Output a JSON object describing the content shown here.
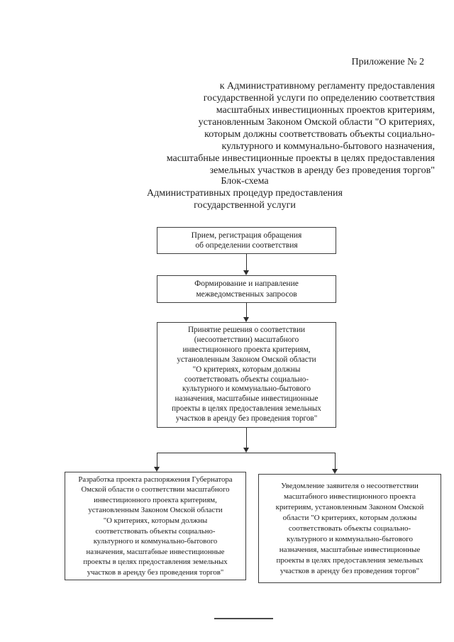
{
  "page": {
    "appendix": {
      "number_line": "Приложение № 2",
      "reference_text": "к Административному регламенту предоставления\nгосударственной услуги по определению соответствия\nмасштабных инвестиционных проектов критериям,\nустановленным Законом Омской области \"О критериях,\nкоторым должны соответствовать объекты социально-\nкультурного и коммунально-бытового назначения,\nмасштабные инвестиционные проекты в целях предоставления\nземельных участков в аренду без проведения торгов\""
    },
    "title": "Блок-схема\nАдминистративных процедур предоставления\nгосударственной услуги"
  },
  "flowchart": {
    "step_reception": "Прием, регистрация обращения\nоб определении соответствия",
    "step_requests": "Формирование и направление\nмежведомственных запросов",
    "step_decision": "Принятие решения о соответствии\n(несоответствии) масштабного\nинвестиционного проекта критериям,\nустановленным Законом Омской области\n\"О критериях, которым должны\nсоответствовать объекты социально-\nкультурного и коммунально-бытового\nназначения, масштабные инвестиционные\nпроекты в целях предоставления земельных\nучастков в аренду без проведения торгов\"",
    "step_draft_order": "Разработка проекта распоряжения Губернатора\nОмской области о соответствии масштабного\nинвестиционного проекта критериям,\nустановленным Законом Омской области\n\"О критериях, которым должны\nсоответствовать объекты социально-\nкультурного и коммунально-бытового\nназначения, масштабные инвестиционные\nпроекты в целях предоставления земельных\nучастков в аренду без проведения торгов\"",
    "step_notice": "Уведомление заявителя о несоответствии\nмасштабного инвестиционного проекта\nкритериям, установленным Законом Омской\nобласти \"О критериях, которым должны\nсоответствовать объекты социально-\nкультурного и коммунально-бытового\nназначения, масштабные инвестиционные\nпроекты в целях предоставления земельных\nучастков в аренду без проведения торгов\""
  },
  "colors": {
    "background": "#ffffff",
    "text": "#1c1c1c",
    "border": "#3d3d3d"
  }
}
